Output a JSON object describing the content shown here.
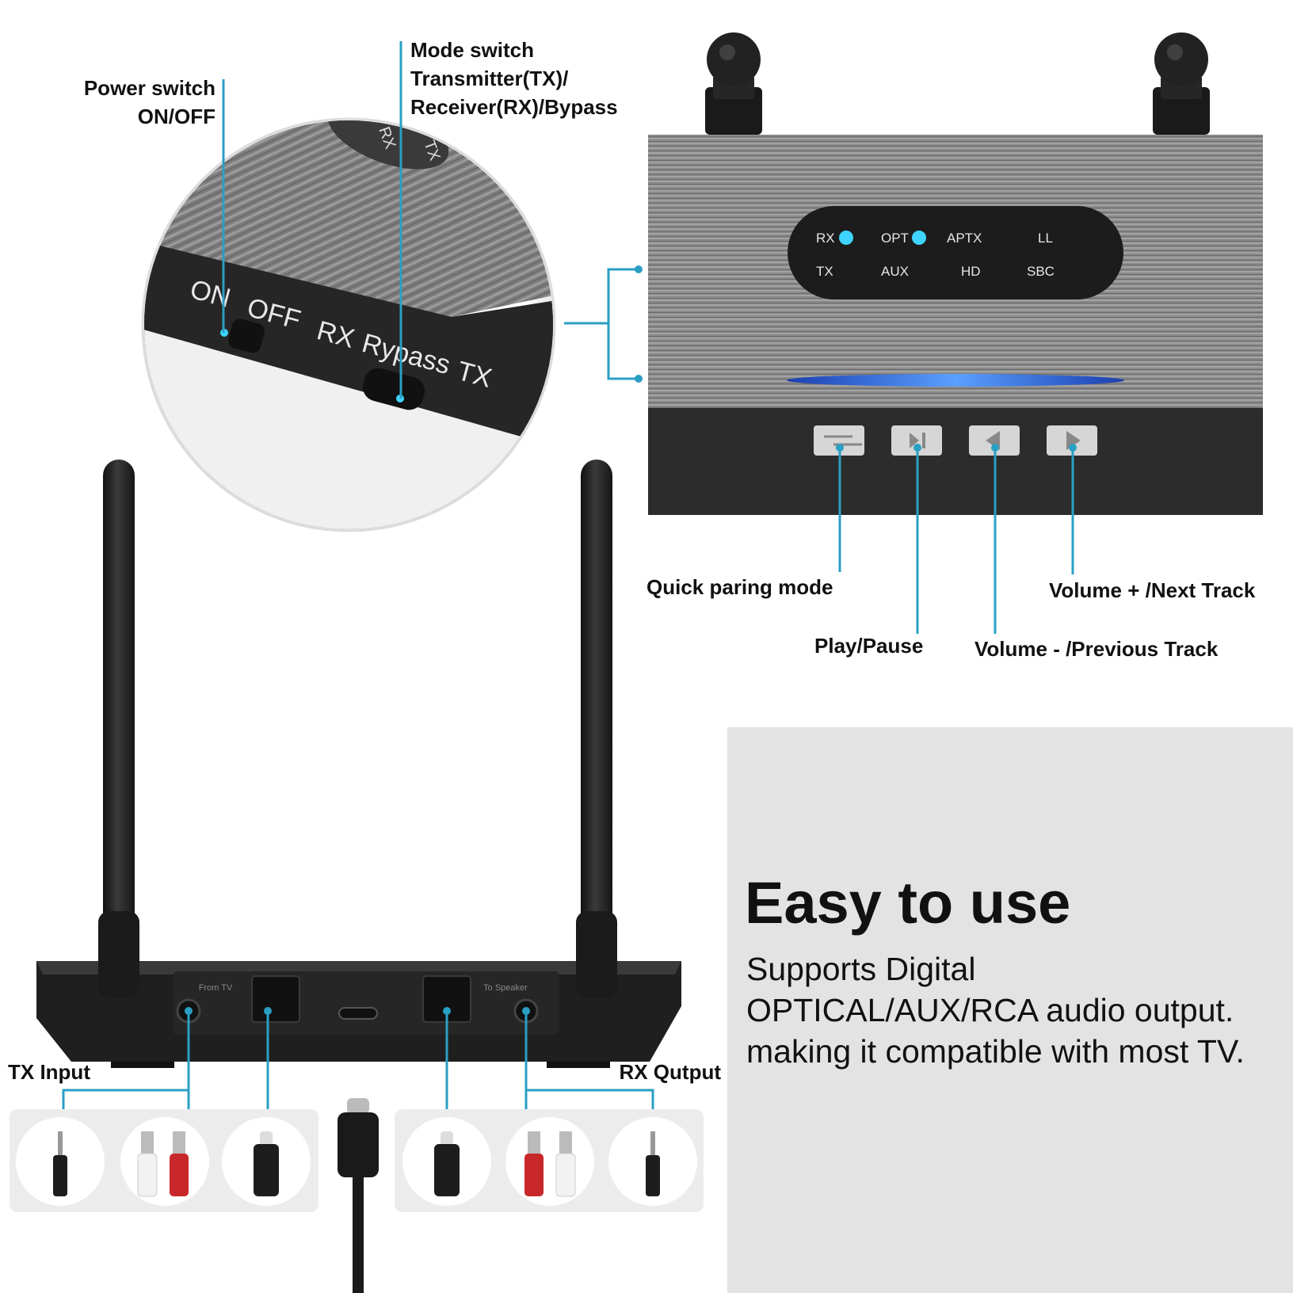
{
  "callouts": {
    "power_switch": [
      "Power switch",
      "ON/OFF"
    ],
    "mode_switch": [
      "Mode switch",
      "Transmitter(TX)/",
      "Receiver(RX)/Bypass"
    ],
    "quick_pairing": "Quick paring mode",
    "play_pause": "Play/Pause",
    "volume_down": "Volume - /Previous Track",
    "volume_up": "Volume + /Next Track",
    "tx_input": "TX Input",
    "rx_output": "RX Qutput"
  },
  "zoom_detail": {
    "on": "ON",
    "off": "OFF",
    "rx": "RX",
    "bypass": "Rypass",
    "tx": "TX",
    "knob_rx": "RX",
    "knob_tx": "TX"
  },
  "led_panel": {
    "row1": [
      "RX",
      "OPT",
      "APTX",
      "LL"
    ],
    "row2": [
      "TX",
      "AUX",
      "HD",
      "SBC"
    ],
    "lit": [
      "RX",
      "OPT"
    ]
  },
  "back_panel": {
    "from_tv": "From TV",
    "to_speaker": "To Speaker"
  },
  "feature": {
    "headline": "Easy to use",
    "lines": [
      "Supports Digital",
      "OPTICAL/AUX/RCA audio output.",
      "making it compatible with most TV."
    ]
  },
  "colors": {
    "callout_line": "#2a9fc4",
    "led_on": "#3fd4ff",
    "light_bar": "#2f6cff",
    "panel_bg": "#e3e3e3",
    "device_dark": "#2c2c2c"
  }
}
